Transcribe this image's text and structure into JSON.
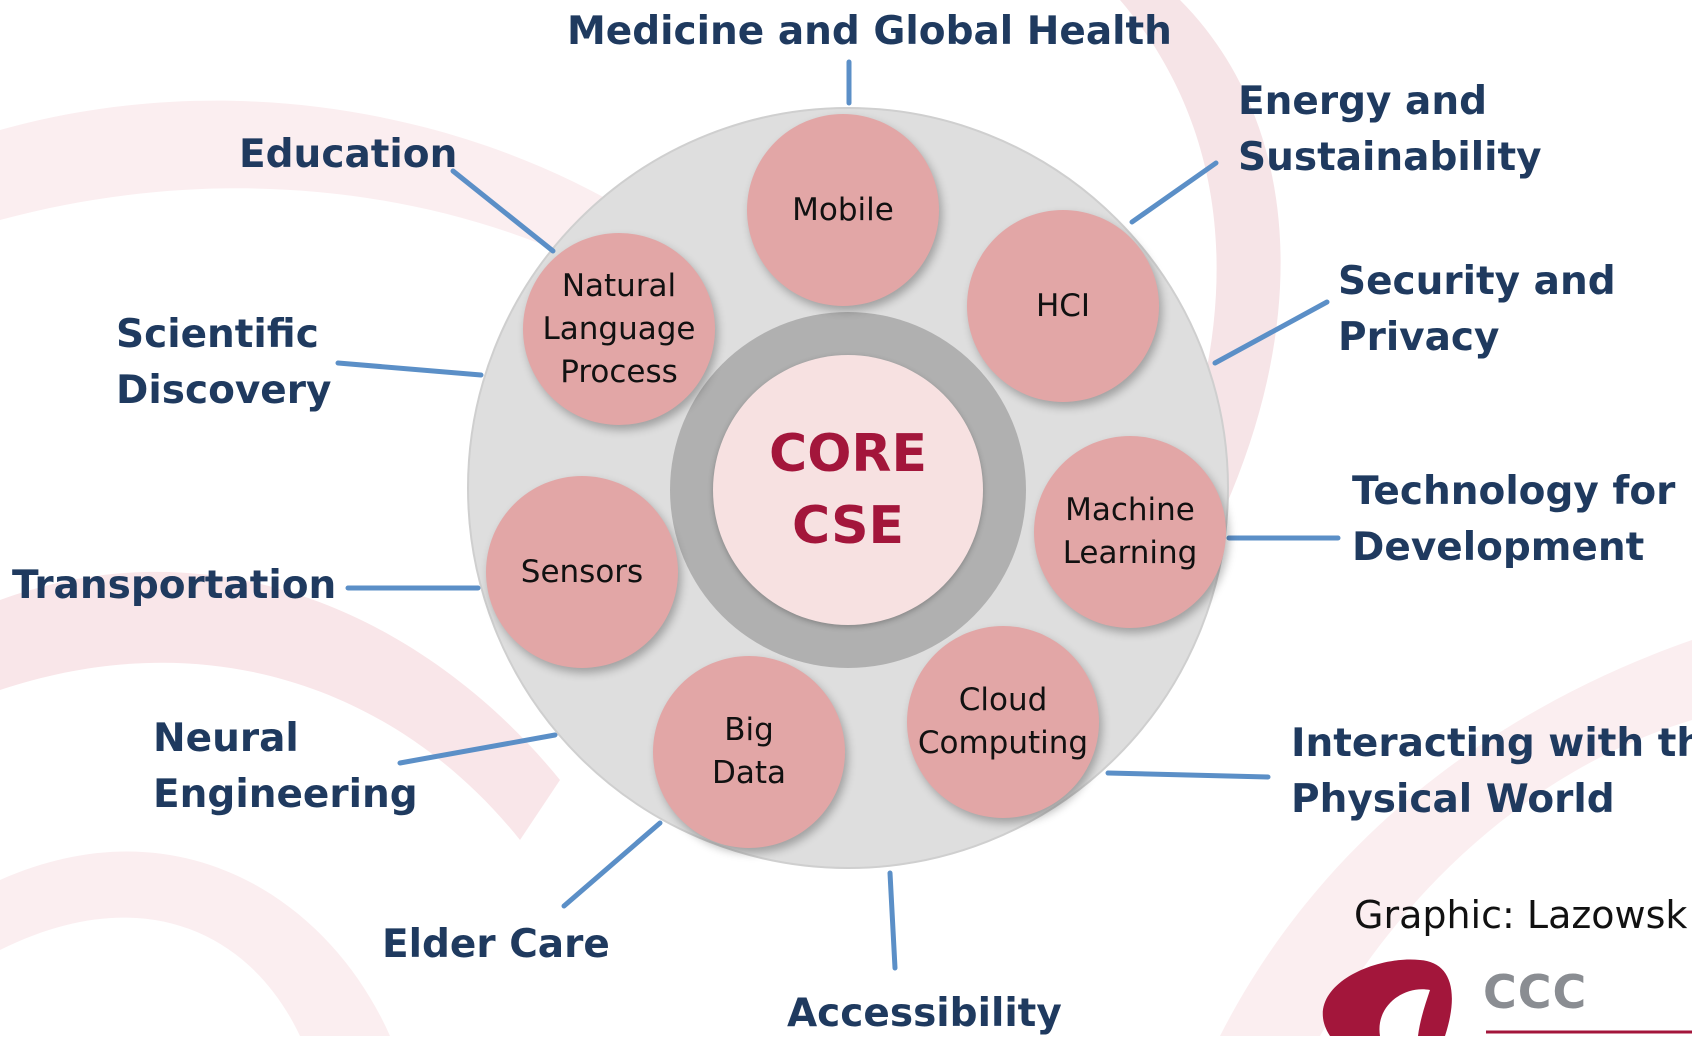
{
  "colors": {
    "label_text": "#1f3a5f",
    "connector": "#5b8fc7",
    "node_fill": "#e2a6a6",
    "outer_disk": "#dedede",
    "core_ring": "#b0b0b0",
    "core_fill": "#f7e1e1",
    "core_text": "#a3163b",
    "logo_red": "#a3163b",
    "logo_gray": "#8a8d92"
  },
  "center": {
    "line1": "CORE",
    "line2": "CSE"
  },
  "nodes": {
    "mobile": {
      "line1": "Mobile"
    },
    "hci": {
      "line1": "HCI"
    },
    "nlp": {
      "line1": "Natural",
      "line2": "Language",
      "line3": "Process"
    },
    "ml": {
      "line1": "Machine",
      "line2": "Learning"
    },
    "sensors": {
      "line1": "Sensors"
    },
    "cloud": {
      "line1": "Cloud",
      "line2": "Computing"
    },
    "bigdata": {
      "line1": "Big",
      "line2": "Data"
    }
  },
  "areas": {
    "medicine": {
      "line1": "Medicine and Global Health"
    },
    "energy": {
      "line1": "Energy and",
      "line2": "Sustainability"
    },
    "education": {
      "line1": "Education"
    },
    "security": {
      "line1": "Security and",
      "line2": "Privacy"
    },
    "scientific": {
      "line1": "Scientific",
      "line2": "Discovery"
    },
    "technology": {
      "line1": "Technology for",
      "line2": "Development"
    },
    "transportation": {
      "line1": "Transportation"
    },
    "neural": {
      "line1": "Neural",
      "line2": "Engineering"
    },
    "physical": {
      "line1": "Interacting with the",
      "line2": "Physical World"
    },
    "eldercare": {
      "line1": "Elder Care"
    },
    "accessibility": {
      "line1": "Accessibility"
    }
  },
  "credit": "Graphic: Lazowsk",
  "logo": {
    "text": "CCC"
  }
}
